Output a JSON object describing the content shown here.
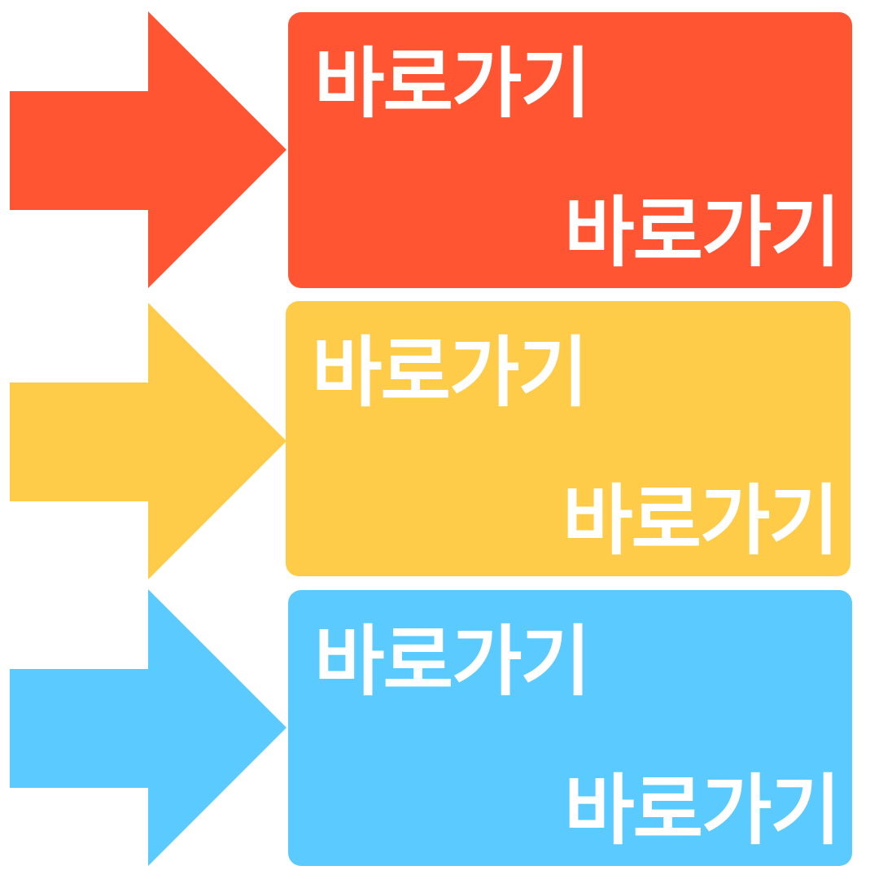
{
  "shortcuts": [
    {
      "color": "#FF5533",
      "label_top": "바로가기",
      "label_bottom": "바로가기"
    },
    {
      "color": "#FFCC4A",
      "label_top": "바로가기",
      "label_bottom": "바로가기"
    },
    {
      "color": "#5BCBFF",
      "label_top": "바로가기",
      "label_bottom": "바로가기"
    }
  ],
  "icons": {
    "arrow": "right-arrow-icon"
  }
}
